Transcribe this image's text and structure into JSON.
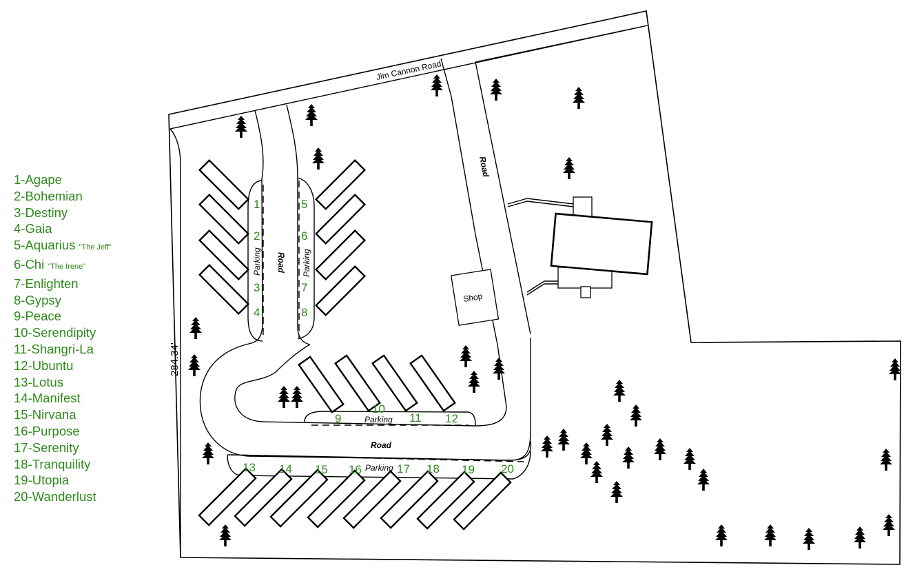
{
  "legend": [
    {
      "name": "1-Agape",
      "note": ""
    },
    {
      "name": "2-Bohemian",
      "note": ""
    },
    {
      "name": "3-Destiny",
      "note": ""
    },
    {
      "name": "4-Gaia",
      "note": ""
    },
    {
      "name": "5-Aquarius",
      "note": "\"The Jeff\""
    },
    {
      "name": "6-Chi",
      "note": "\"The Irene\""
    },
    {
      "name": "7-Enlighten",
      "note": ""
    },
    {
      "name": "8-Gypsy",
      "note": ""
    },
    {
      "name": "9-Peace",
      "note": ""
    },
    {
      "name": "10-Serendipity",
      "note": ""
    },
    {
      "name": "11-Shangri-La",
      "note": ""
    },
    {
      "name": "12-Ubuntu",
      "note": ""
    },
    {
      "name": "13-Lotus",
      "note": ""
    },
    {
      "name": "14-Manifest",
      "note": ""
    },
    {
      "name": "15-Nirvana",
      "note": ""
    },
    {
      "name": "16-Purpose",
      "note": ""
    },
    {
      "name": "17-Serenity",
      "note": ""
    },
    {
      "name": "18-Tranquility",
      "note": ""
    },
    {
      "name": "19-Utopia",
      "note": ""
    },
    {
      "name": "20-Wanderlust",
      "note": ""
    }
  ],
  "labels": {
    "street": "Jim Cannon Road",
    "road": "Road",
    "parking": "Parking",
    "shop": "Shop",
    "dimension": "284.34'"
  },
  "site_numbers": [
    "1",
    "2",
    "3",
    "4",
    "5",
    "6",
    "7",
    "8",
    "9",
    "10",
    "11",
    "12",
    "13",
    "14",
    "15",
    "16",
    "17",
    "18",
    "19",
    "20"
  ],
  "colors": {
    "label_green": "#2f8a1c",
    "outline": "#000000"
  },
  "icons": {
    "tree": "pine-tree-icon"
  }
}
